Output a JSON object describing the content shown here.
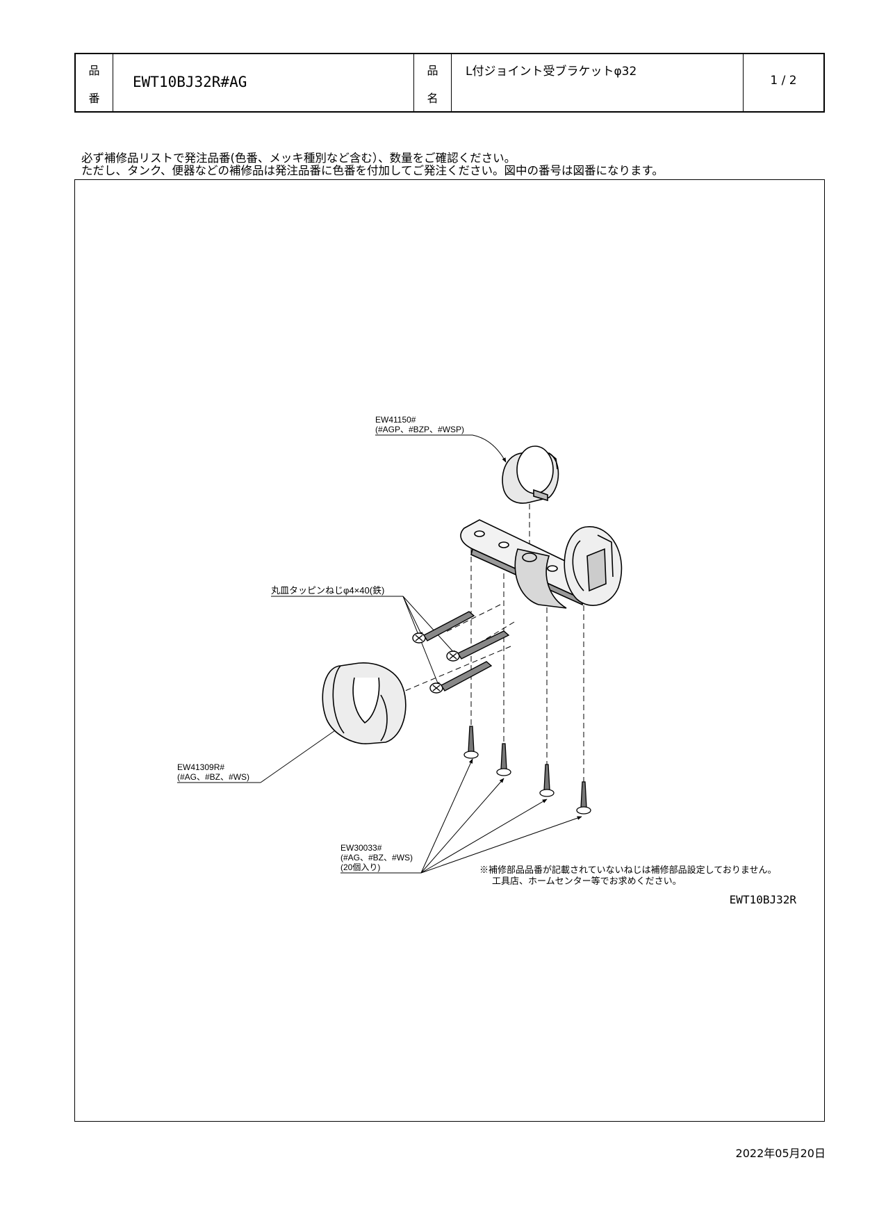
{
  "header": {
    "part_no_label_top": "品",
    "part_no_label_bottom": "番",
    "part_no": "EWT10BJ32R#AG",
    "name_label_top": "品",
    "name_label_bottom": "名",
    "product_name": "L付ジョイント受ブラケットφ32",
    "page": "1 / 2"
  },
  "notice": {
    "line1": "必ず補修品リストで発注品番(色番、メッキ種別など含む）、数量をご確認ください。",
    "line2": "ただし、タンク、便器などの補修品は発注品番に色番を付加してご発注ください。図中の番号は図番になります。"
  },
  "diagram": {
    "ring_part": "EW41150#",
    "ring_colors": "(#AGP、#BZP、#WSP)",
    "screw_label": "丸皿タッピンねじφ4×40(鉄)",
    "cover_part": "EW41309R#",
    "cover_colors": "(#AG、#BZ、#WS)",
    "small_screw_part": "EW30033#",
    "small_screw_colors": "(#AG、#BZ、#WS)",
    "small_screw_qty": "(20個入り)",
    "note_line1": "※補修部品品番が記載されていないねじは補修部品設定しておりません。",
    "note_line2": "工具店、ホームセンター等でお求めください。",
    "model": "EWT10BJ32R"
  },
  "footer": {
    "date": "2022年05月20日"
  }
}
